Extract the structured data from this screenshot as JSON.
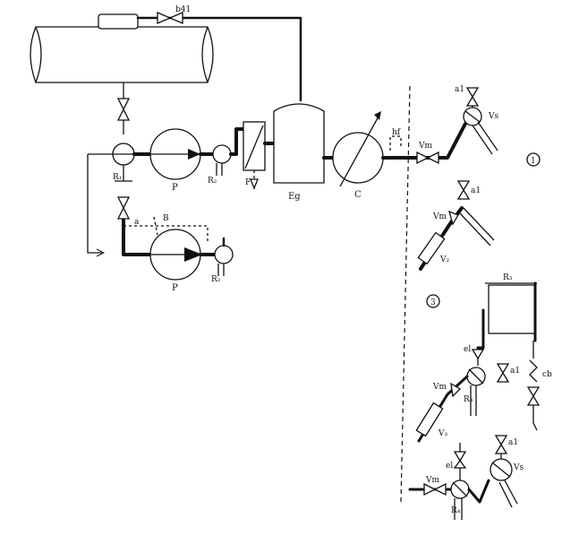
{
  "labels": {
    "top_valve": "b41",
    "pump_1": "P",
    "pump_2": "P",
    "rotary_1": "R₁",
    "rotary_2": "R₂",
    "rotary_3": "R₃",
    "bypass": "B",
    "filter": "F",
    "buffer_tank": "Eg",
    "counter": "C",
    "hf": "hf",
    "a_mark": "a",
    "circle_1": "1",
    "circle_2": "3",
    "vm_1": "Vm",
    "a1_1": "a1",
    "vs_1": "Vs",
    "a1_2": "a1",
    "vm_2": "Vm",
    "vs_2": "V₂",
    "tank_label": "R₃",
    "el_1": "el",
    "vm_3": "Vm",
    "a1_3": "a1",
    "cb": "cb",
    "v3": "V₃",
    "a1_4": "a1",
    "el_2": "el",
    "vm_4": "Vm",
    "vs_4": "Vs",
    "r4": "R₄"
  }
}
